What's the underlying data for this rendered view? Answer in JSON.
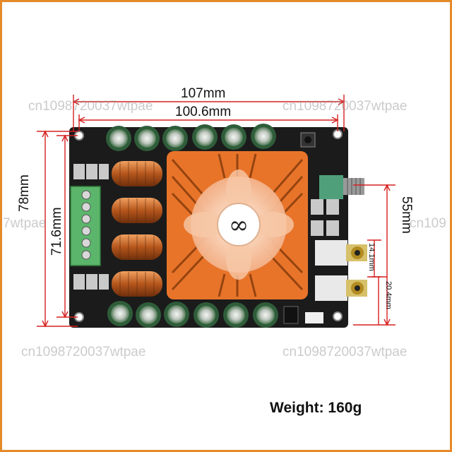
{
  "watermarks": [
    "cn1098720037wtpae",
    "cn1098720037wtpae",
    "7wtpae",
    "cn109",
    "cn1098720037wtpae",
    "cn1098720037wtpae"
  ],
  "dimensions": {
    "overall_length": "107mm",
    "hole_spacing_length": "100.6mm",
    "overall_width": "78mm",
    "hole_spacing_width": "71.6mm",
    "side_height": "55mm",
    "jack_spacing": "14.1mm",
    "jack_height": "20.4mm"
  },
  "weight_label": "Weight: 160g",
  "colors": {
    "frame": "#e58a2a",
    "dimension_line": "#d62020",
    "pcb": "#1a1a1a",
    "heatsink": "#e8742a"
  }
}
